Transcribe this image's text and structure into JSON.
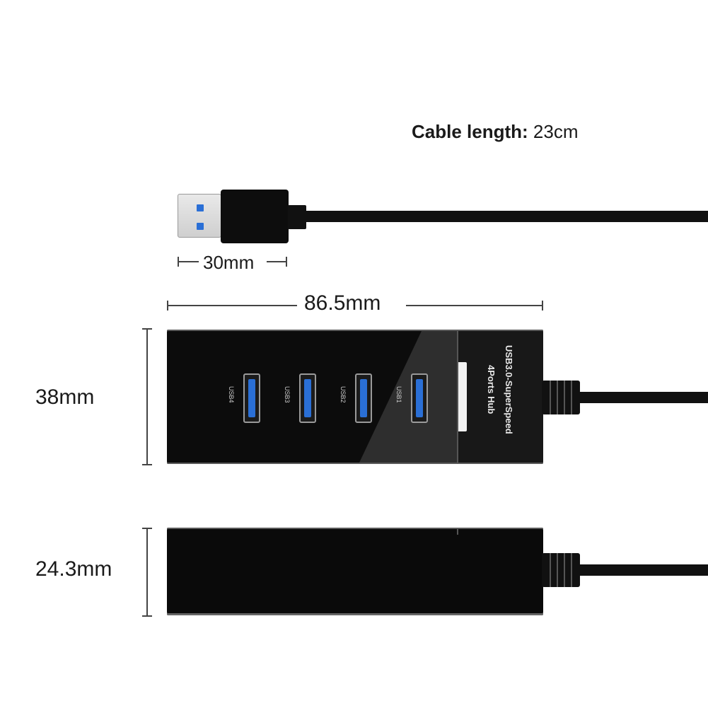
{
  "cable": {
    "label": "Cable length:",
    "value": " 23cm"
  },
  "dimensions": {
    "plug_length": "30mm",
    "hub_length": "86.5mm",
    "hub_width": "38mm",
    "hub_height": "24.3mm"
  },
  "ports": [
    {
      "label": "USB4"
    },
    {
      "label": "USB3"
    },
    {
      "label": "USB2"
    },
    {
      "label": "USB1"
    }
  ],
  "hub_text": {
    "line1": "USB3.0-SuperSpeed",
    "line2": "4Ports Hub"
  },
  "colors": {
    "hub_body": "#0c0c0c",
    "port_blue": "#2a6fd6",
    "plug_metal": "#d9d9d9"
  }
}
